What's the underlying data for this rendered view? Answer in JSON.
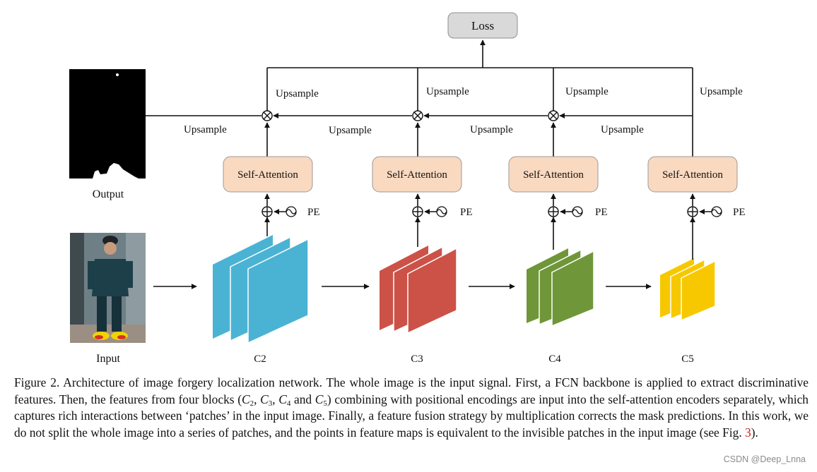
{
  "figure": {
    "loss_label": "Loss",
    "output_label": "Output",
    "input_label": "Input",
    "pe_label": "PE",
    "attention_label": "Self-Attention",
    "upsample_label": "Upsample",
    "blocks": [
      {
        "label": "C2",
        "color": "#4ab3d4"
      },
      {
        "label": "C3",
        "color": "#cc5248"
      },
      {
        "label": "C4",
        "color": "#6f9638"
      },
      {
        "label": "C5",
        "color": "#f7c800"
      }
    ],
    "colors": {
      "attention_fill": "#f9d9c0",
      "attention_stroke": "#9a9a9a",
      "loss_fill": "#d9d9d9",
      "line": "#111111"
    }
  },
  "caption": {
    "part1": "Figure 2. Architecture of image forgery localization network. The whole image is the input signal. First, a FCN backbone is applied to extract discriminative features. Then, the features from four blocks (",
    "var": "C",
    "sub2": "2",
    "sep1": ", ",
    "sub3": "3",
    "sep2": ", ",
    "sub4": "4",
    "and_text": " and ",
    "sub5": "5",
    "part2": ") combining with positional encodings are input into the self-attention encoders separately, which captures rich interactions between ‘patches’ in the input image. Finally, a feature fusion strategy by multiplication corrects the mask predictions. In this work, we do not split the whole image into a series of patches, and the points in feature maps is equivalent to the invisible patches in the input image (see Fig. ",
    "fig_ref": "3",
    "part3": ")."
  },
  "watermark": "CSDN @Deep_Lnna"
}
